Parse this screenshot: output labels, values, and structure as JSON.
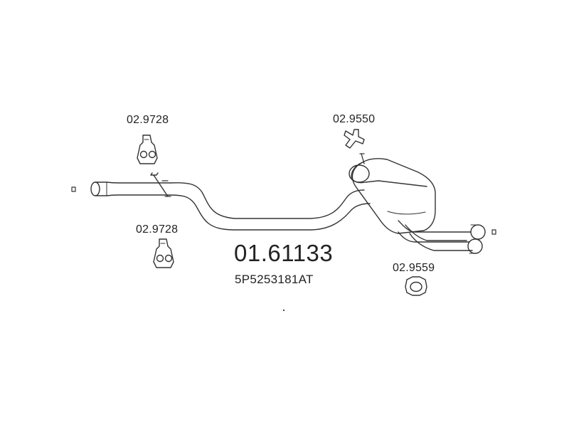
{
  "diagram": {
    "main_part_number": "01.61133",
    "oem_number": "5P5253181AT",
    "parts": [
      {
        "id": "hanger_front_upper",
        "label": "02.9728",
        "icon": "rubber-hanger-icon"
      },
      {
        "id": "hanger_front_lower",
        "label": "02.9728",
        "icon": "rubber-hanger-icon"
      },
      {
        "id": "bracket_rear",
        "label": "02.9550",
        "icon": "y-bracket-icon"
      },
      {
        "id": "ring_rear",
        "label": "02.9559",
        "icon": "rubber-ring-icon"
      }
    ],
    "colors": {
      "line": "#333333",
      "text": "#222222",
      "background": "#ffffff"
    }
  }
}
